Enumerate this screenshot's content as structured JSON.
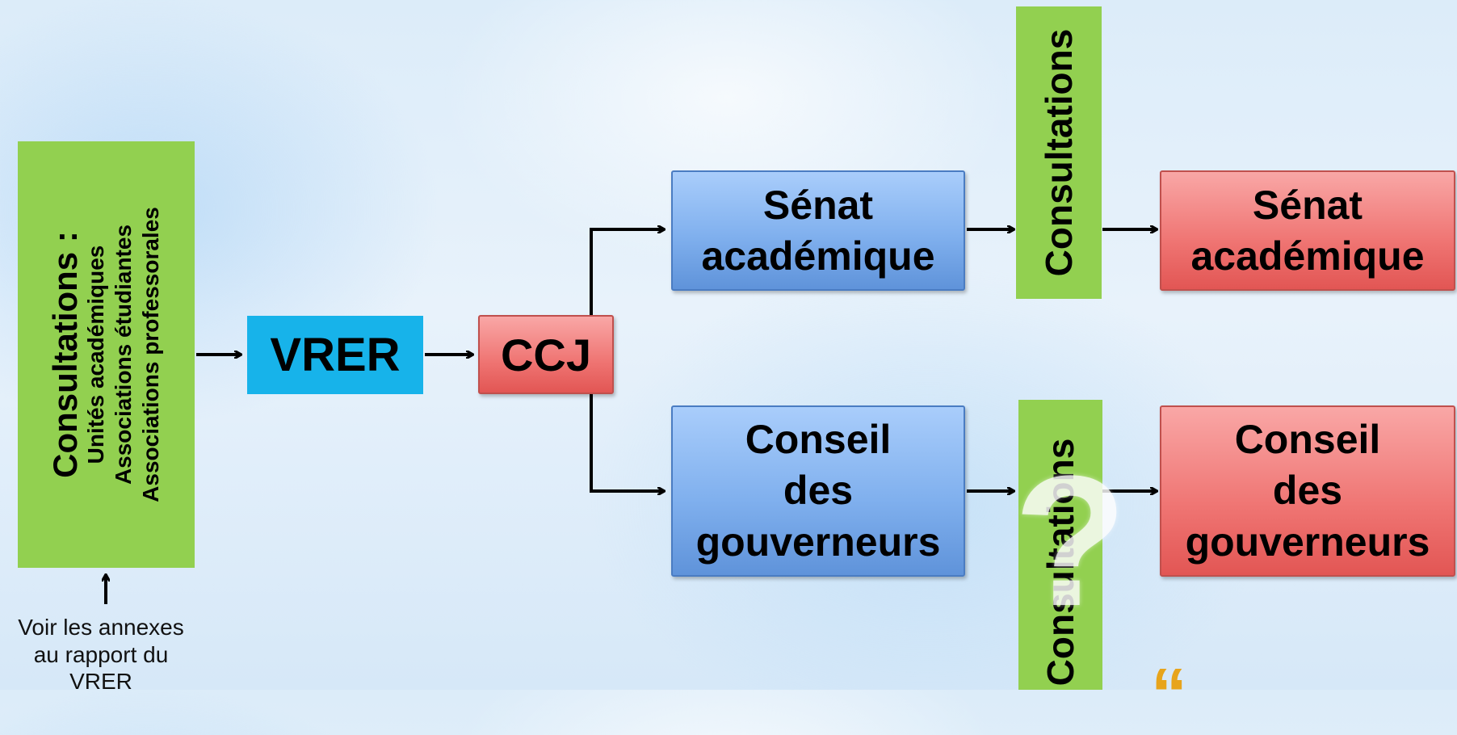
{
  "consultations_main": {
    "title": "Consultations :",
    "lines": [
      "Unités académiques",
      "Associations étudiantes",
      "Associations professorales"
    ]
  },
  "annex_note": {
    "lines": [
      "Voir les annexes",
      "au rapport du",
      "VRER"
    ]
  },
  "vrer": "VRER",
  "ccj": "CCJ",
  "senat_blue": [
    "Sénat",
    "académique"
  ],
  "conseil_blue": [
    "Conseil",
    "des",
    "gouverneurs"
  ],
  "consultations_top": "Consultations",
  "consultations_bottom": "Consultations",
  "question_mark": "?",
  "senat_red": [
    "Sénat",
    "académique"
  ],
  "conseil_red": [
    "Conseil",
    "des",
    "gouverneurs"
  ],
  "quote_glyph": "“",
  "colors": {
    "green": "#92d050",
    "cyan": "#17b3ea",
    "red": "#ef7472",
    "blue": "#80b0ee"
  }
}
